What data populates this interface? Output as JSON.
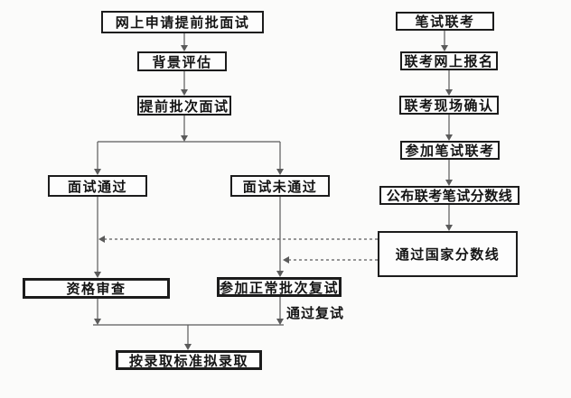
{
  "diagram_type": "flowchart",
  "nodes": {
    "online_apply": "网上申请提前批面试",
    "background_eval": "背景评估",
    "early_interview": "提前批次面试",
    "interview_pass": "面试通过",
    "interview_fail": "面试未通过",
    "qualification": "资格审查",
    "normal_retest": "参加正常批次复试",
    "final_admit": "按录取标准拟录取",
    "written_exam": "笔试联考",
    "online_reg": "联考网上报名",
    "onsite_confirm": "联考现场确认",
    "take_exam": "参加笔试联考",
    "publish_line": "公布联考笔试分数线",
    "national_line": "通过国家分数线"
  },
  "edge_labels": {
    "pass_retest": "通过复试"
  },
  "edges": [
    {
      "from": "online_apply",
      "to": "background_eval",
      "style": "solid"
    },
    {
      "from": "background_eval",
      "to": "early_interview",
      "style": "solid"
    },
    {
      "from": "early_interview",
      "to": "interview_pass",
      "style": "solid"
    },
    {
      "from": "early_interview",
      "to": "interview_fail",
      "style": "solid"
    },
    {
      "from": "interview_pass",
      "to": "qualification",
      "style": "solid"
    },
    {
      "from": "interview_fail",
      "to": "normal_retest",
      "style": "solid"
    },
    {
      "from": "qualification",
      "to": "final_admit",
      "style": "solid"
    },
    {
      "from": "normal_retest",
      "to": "final_admit",
      "style": "solid",
      "label": "通过复试"
    },
    {
      "from": "written_exam",
      "to": "online_reg",
      "style": "solid"
    },
    {
      "from": "online_reg",
      "to": "onsite_confirm",
      "style": "solid"
    },
    {
      "from": "onsite_confirm",
      "to": "take_exam",
      "style": "solid"
    },
    {
      "from": "take_exam",
      "to": "publish_line",
      "style": "solid"
    },
    {
      "from": "publish_line",
      "to": "national_line",
      "style": "solid"
    },
    {
      "from": "national_line",
      "to": "interview_pass_branch",
      "style": "dashed"
    },
    {
      "from": "national_line",
      "to": "interview_fail_branch",
      "style": "dashed"
    }
  ],
  "colors": {
    "background": "#fbfbfa",
    "box_border": "#1c1c1c",
    "box_fill": "#fdfdfd",
    "line": "#5a5a5a",
    "text": "#141414"
  }
}
